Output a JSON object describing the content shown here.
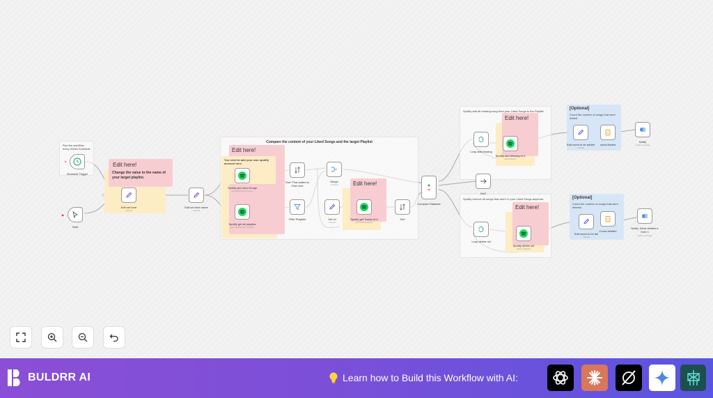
{
  "group_notes": {
    "schedule": "Run the workflow every 30min Schedule",
    "compare_title": "Compare the content of your Liked Songs and the target Playlist",
    "add_missing": "Spotify add all missing song from your Liked Songs to the Playlist",
    "remove_songs": "Spotify remove all songs that aren't in your Liked Songs anymore."
  },
  "notes": {
    "edit_1_title": "Edit here!",
    "edit_1_text": "Change the value to the name of your target playlist.",
    "edit_2_title": "Edit here!",
    "edit_2_text": "You need to add your own spotify account here.",
    "edit_3_title": "Edit here!",
    "edit_4_title": "Edit here!",
    "edit_5_title": "Edit here!",
    "optional_1_title": "[Optional]",
    "optional_1_text": "Count the number of songs that were added",
    "optional_2_title": "[Optional]",
    "optional_2_text": "Count the number of songs that were deleted"
  },
  "nodes": {
    "schedule_trigger": "Schedule Trigger",
    "start": "Start",
    "edit_set_here": "Edit set here",
    "edit_set_here_sub": "manual",
    "edit_set_here_2": "Edit set here name",
    "edit_set_here_2_sub": "manual",
    "get_liked_songs": "Spotify get Liked Songs",
    "get_liked_songs_sub": "get:likedTracks (library)",
    "get_all_playlists": "Spotify get all playlists",
    "get_all_playlists_sub": "get:userPlaylists (playlist)",
    "sort_first_added": "Sort: First added to First here",
    "filter_playlists": "Filter Playlists",
    "merge": "Merge",
    "merge_sub": "combine",
    "set_uri": "Set uri",
    "set_uri_sub": "manual",
    "get_tracks": "Spotify get Tracks of tr",
    "get_tracks_sub": "getTracks (playlist)",
    "sort": "Sort",
    "compare_datasets": "Compare Datasets",
    "noop": "NoO",
    "loop_add_missing": "Loop add missing",
    "add_missing_song": "Spotify add Missing to tr",
    "add_missing_song_sub": "add (playlist)",
    "edit_count_added": "Edit count to be added",
    "edit_count_added_sub": "manual",
    "count_added": "count Added",
    "notify_1": "Notify",
    "notify_1_sub": "create message",
    "loop_delete": "Loop delete old",
    "delete_old": "Spotify delete old",
    "delete_old_sub": "delete (playlist)",
    "edit_count_deleted": "Edit count to be del",
    "edit_count_deleted_sub": "manual",
    "count_deleted": "Count deleted",
    "notify_2": "Notify: Send deleted s from n",
    "notify_2_sub": "create message"
  },
  "toolbar": {
    "fit_view_icon": "fit-view-icon",
    "zoom_in_icon": "zoom-in-icon",
    "zoom_out_icon": "zoom-out-icon",
    "undo_icon": "undo-icon"
  },
  "footer": {
    "brand": "BULDRR AI",
    "cta_icon": "lightbulb-icon",
    "cta_text": "Learn how to Build this Workflow with AI:",
    "ai_buttons": [
      "chatgpt",
      "claude",
      "grok",
      "gemini",
      "perplexity"
    ]
  },
  "colors": {
    "footer_start": "#8a4fd6",
    "footer_end": "#5a55e0",
    "sticky_yellow": "#fdedc4",
    "sticky_pink": "#f8cdd2",
    "sticky_blue": "#d7e6f6",
    "spotify_green": "#1ed760"
  }
}
